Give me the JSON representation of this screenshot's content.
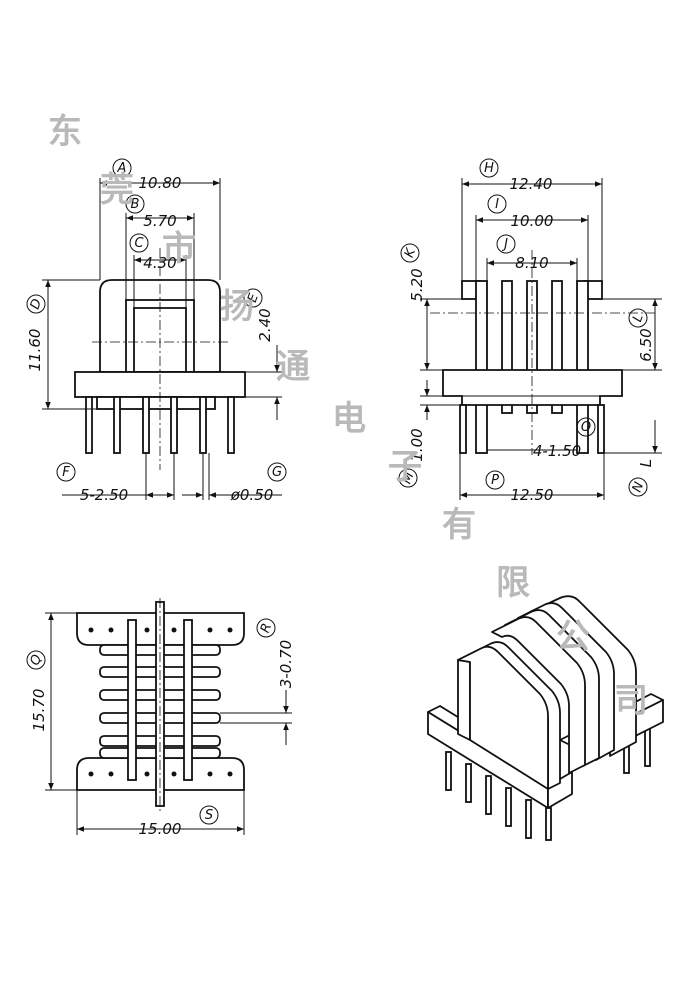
{
  "watermark": [
    "东",
    "莞",
    "市",
    "扬",
    "通",
    "电",
    "子",
    "有",
    "限",
    "公",
    "司"
  ],
  "front_view": {
    "A": {
      "letter": "A",
      "value": "10.80"
    },
    "B": {
      "letter": "B",
      "value": "5.70"
    },
    "C": {
      "letter": "C",
      "value": "4.30"
    },
    "D": {
      "letter": "D",
      "value": "11.60"
    },
    "E": {
      "letter": "E",
      "value": "2.40"
    },
    "F": {
      "letter": "F",
      "value": "5-2.50"
    },
    "G": {
      "letter": "G",
      "value": "ø0.50"
    }
  },
  "side_view": {
    "H": {
      "letter": "H",
      "value": "12.40"
    },
    "I": {
      "letter": "I",
      "value": "10.00"
    },
    "J": {
      "letter": "J",
      "value": "8.10"
    },
    "K": {
      "letter": "K",
      "value": "5.20"
    },
    "L": {
      "letter": "L",
      "value": "6.50"
    },
    "M": {
      "letter": "M",
      "value": "1.00"
    },
    "N": {
      "letter": "N",
      "value": "L"
    },
    "O": {
      "letter": "O",
      "value": "4-1.50"
    },
    "P": {
      "letter": "P",
      "value": "12.50"
    }
  },
  "top_view": {
    "Q": {
      "letter": "Q",
      "value": "15.70"
    },
    "R": {
      "letter": "R",
      "value": "3-0.70"
    },
    "S": {
      "letter": "S",
      "value": "15.00"
    }
  }
}
